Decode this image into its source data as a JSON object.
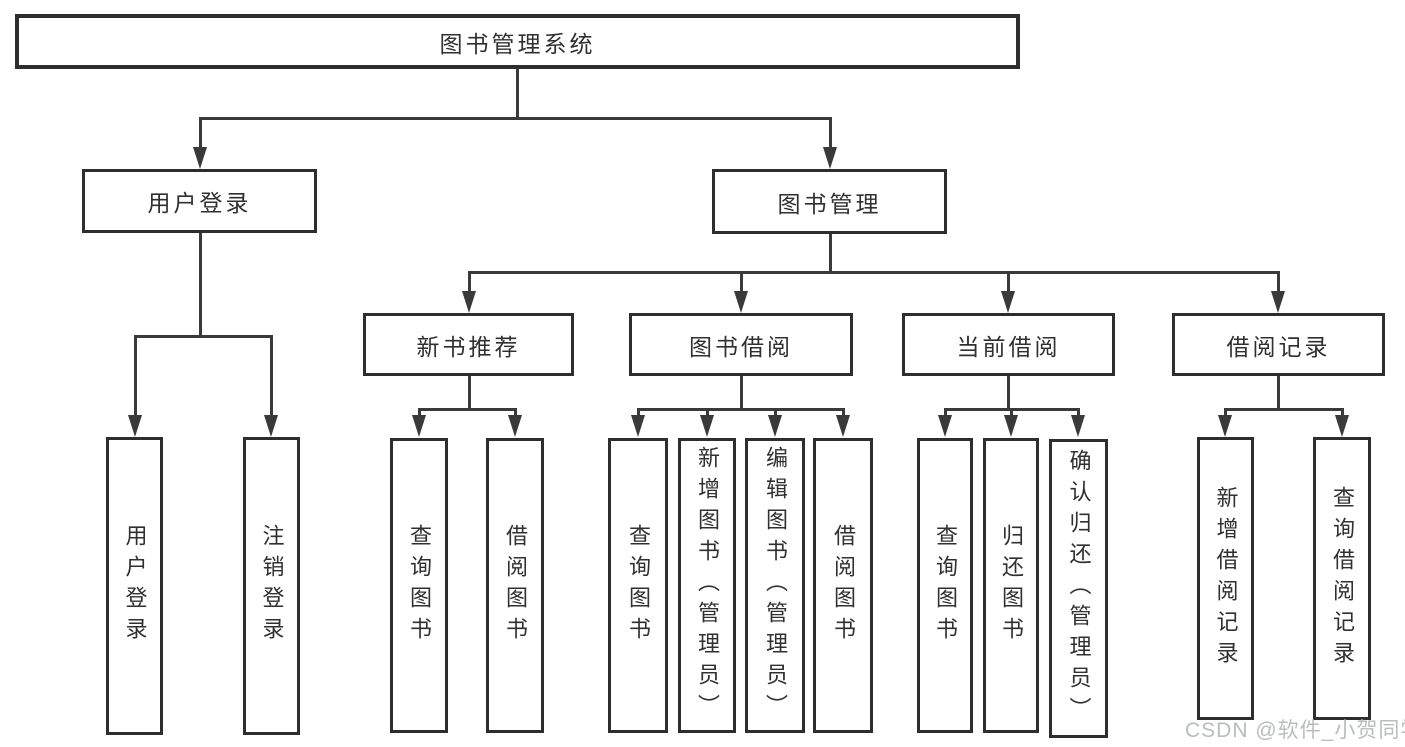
{
  "colors": {
    "background": "#ffffff",
    "line": "#3a3a3a",
    "box_border": "#2e2e2e",
    "text": "#303030",
    "watermark": "#b9bdbd"
  },
  "watermark": {
    "text": "CSDN @软件_小贺同学"
  },
  "hierarchy": {
    "root": {
      "label": "图书管理系统",
      "children": [
        {
          "label": "用户登录",
          "children": [
            {
              "label": "用户登录"
            },
            {
              "label": "注销登录"
            }
          ]
        },
        {
          "label": "图书管理",
          "children": [
            {
              "label": "新书推荐",
              "children": [
                {
                  "label": "查询图书"
                },
                {
                  "label": "借阅图书"
                }
              ]
            },
            {
              "label": "图书借阅",
              "children": [
                {
                  "label": "查询图书"
                },
                {
                  "label": "新增图书（管理员）"
                },
                {
                  "label": "编辑图书（管理员）"
                },
                {
                  "label": "借阅图书"
                }
              ]
            },
            {
              "label": "当前借阅",
              "children": [
                {
                  "label": "查询图书"
                },
                {
                  "label": "归还图书"
                },
                {
                  "label": "确认归还（管理员）"
                }
              ]
            },
            {
              "label": "借阅记录",
              "children": [
                {
                  "label": "新增借阅记录"
                },
                {
                  "label": "查询借阅记录"
                }
              ]
            }
          ]
        }
      ]
    }
  }
}
